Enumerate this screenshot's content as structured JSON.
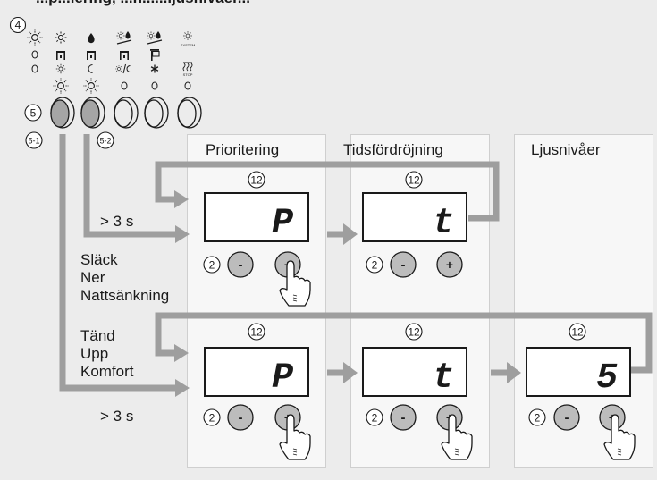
{
  "header_fragment": "...p...iering, ...h......ljusnivåer...",
  "markers": {
    "m4": "4",
    "m5": "5",
    "m5_1": "5-1",
    "m5_2": "5-2",
    "m12": "12",
    "m2": "2"
  },
  "panel_buttons": {
    "minus": "-",
    "plus": "+"
  },
  "icon_rows": {
    "row1": [
      "sun-icon",
      "sun-small-icon",
      "drop-icon",
      "sun-drop-slope-icon",
      "sun-drop-slope-icon",
      "sun-system-icon"
    ],
    "row2": [
      "led-off-icon",
      "shutter-icon",
      "shutter-icon",
      "shutter-icon",
      "flag-icon"
    ],
    "row3": [
      "led-off-icon",
      "sun-small-icon",
      "moon-icon",
      "sun-moon-icon",
      "snowflake-icon",
      "heat-stop-icon"
    ],
    "row4": [
      "sun-led-icon",
      "sun-led-icon",
      "led-off-icon",
      "led-off-icon",
      "led-off-icon"
    ]
  },
  "small_labels": {
    "system": "SYSTEM",
    "stop": "STOP"
  },
  "columns": [
    {
      "title": "Prioritering"
    },
    {
      "title": "Tidsfördröjning"
    },
    {
      "title": "Ljusnivåer"
    }
  ],
  "rows": [
    {
      "display": [
        "P",
        "t"
      ],
      "lines": [
        "Släck",
        "Ner",
        "Nattsänkning"
      ],
      "hold": "> 3 s"
    },
    {
      "display": [
        "P",
        "t",
        "5"
      ],
      "lines": [
        "Tänd",
        "Upp",
        "Komfort"
      ],
      "hold": "> 3 s"
    }
  ],
  "colors": {
    "background": "#ececec",
    "panel": "#f7f7f7",
    "arrow": "#9e9e9e",
    "button_grey": "#bcbcbc",
    "ink": "#1a1a1a"
  }
}
